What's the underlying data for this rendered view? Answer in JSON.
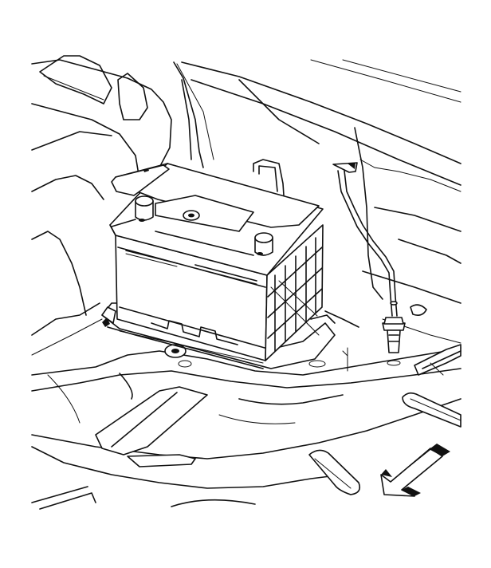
{
  "figure": {
    "subject": "battery-in-trunk-well",
    "colors": {
      "ink": "#111111",
      "paper": "#ffffff"
    },
    "parts": [
      "battery",
      "battery-tray",
      "vent-tube",
      "tube-fitting",
      "spare-tire-well",
      "trunk-floor",
      "direction-arrow"
    ]
  }
}
